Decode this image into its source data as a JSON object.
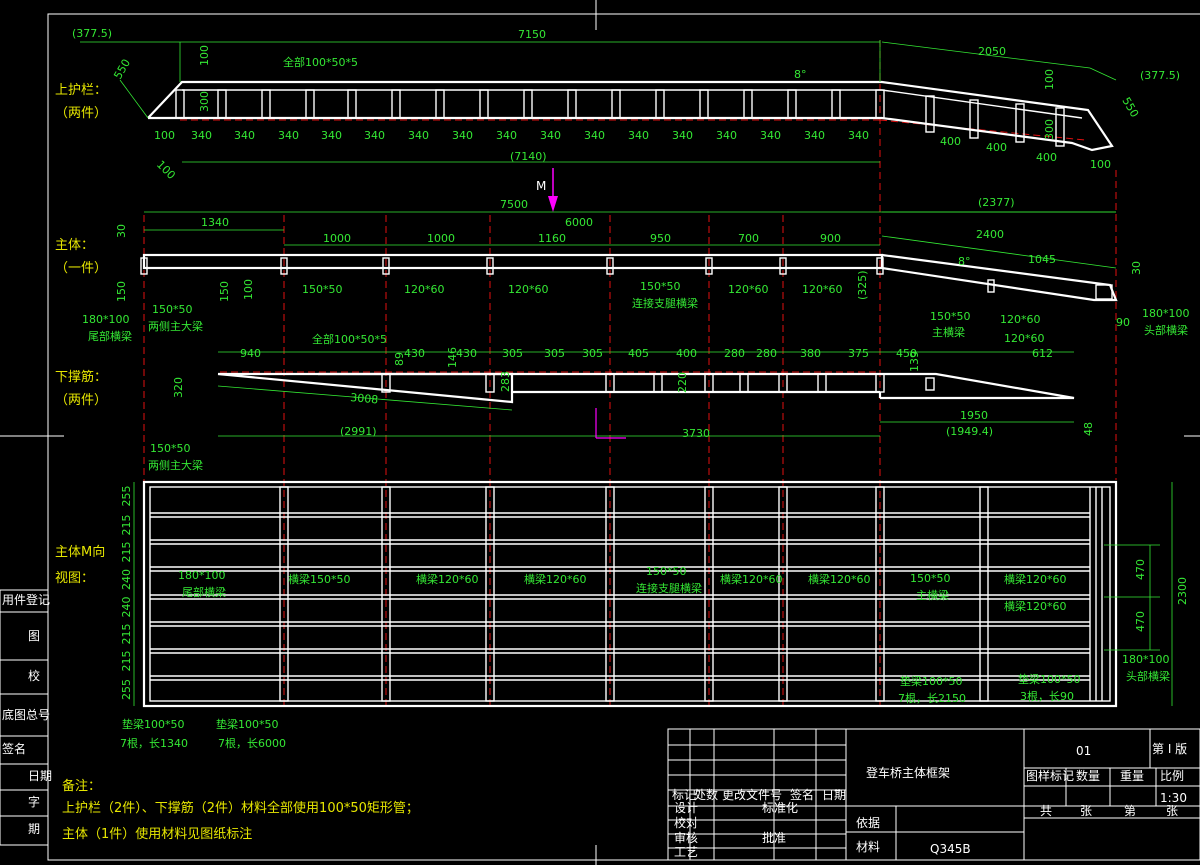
{
  "title_block": {
    "drawing_title": "登车桥主体框架",
    "drawing_no": "01",
    "edition": "第 I 版",
    "scale": "1:30",
    "material_label": "材料",
    "material": "Q345B",
    "basis_label": "依据",
    "row_labels": [
      "设计",
      "校对",
      "审核",
      "标准化",
      "工艺",
      "批准"
    ],
    "small_labels": [
      "标记",
      "处数",
      "更改文件号",
      "签名",
      "日期",
      "图样标记",
      "数量",
      "重量",
      "比例",
      "共",
      "张",
      "第",
      "张"
    ]
  },
  "left_strip": [
    "用件登记",
    "图",
    "校",
    "底图总号",
    "签名",
    "日期",
    "字",
    "期"
  ],
  "section_labels": {
    "upper_rail": [
      "上护栏：",
      "（两件）"
    ],
    "main_body": [
      "主体：",
      "（一件）"
    ],
    "lower_rib": [
      "下撑筋：",
      "（两件）"
    ],
    "plan_view": [
      "主体M向",
      "视图："
    ]
  },
  "upper_rail": {
    "overall": "7150",
    "left_ext": "(377.5)",
    "right_ext": "(377.5)",
    "right_len": "2050",
    "full_len": "(7140)",
    "material_note": "全部100*50*5",
    "angle": "8°",
    "spacings": [
      "100",
      "340",
      "340",
      "340",
      "340",
      "340",
      "340",
      "340",
      "340",
      "340",
      "340",
      "340",
      "340",
      "340",
      "340",
      "340",
      "340"
    ],
    "right_spacings": [
      "400",
      "400",
      "400",
      "100"
    ],
    "heights": [
      "100",
      "300",
      "550",
      "100",
      "300",
      "550",
      "100"
    ]
  },
  "main_body": {
    "overall": "7500",
    "mid": "6000",
    "right_ext": "(2377)",
    "left": "1340",
    "right_len": "2400",
    "right_sub": "1045",
    "spacings": [
      "1000",
      "1000",
      "1160",
      "950",
      "700",
      "900"
    ],
    "section_marker": "M",
    "heights": [
      "30",
      "150",
      "150",
      "100",
      "30",
      "(325)",
      "90"
    ],
    "angle": "8°",
    "callouts": [
      "180*100",
      "尾部横梁",
      "150*50",
      "两侧主大梁",
      "150*50",
      "120*60",
      "120*60",
      "150*50",
      "连接支腿横梁",
      "120*60",
      "120*60",
      "150*50",
      "主横梁",
      "120*60",
      "120*60",
      "180*100",
      "头部横梁"
    ]
  },
  "lower_rib": {
    "material_note": "全部100*50*5",
    "top_dims": [
      "940",
      "430",
      "430",
      "305",
      "305",
      "305",
      "405",
      "400",
      "280",
      "280",
      "380",
      "375",
      "450",
      "612"
    ],
    "heights": [
      "320",
      "89",
      "146",
      "283",
      "220",
      "139",
      "48"
    ],
    "len1": "3008",
    "len2": "(2991)",
    "len3": "3730",
    "len4": "1950",
    "len5": "(1949.4)"
  },
  "plan_view": {
    "width": "2300",
    "right_dims": [
      "470",
      "470"
    ],
    "row_dims": [
      "255",
      "215",
      "215",
      "240",
      "240",
      "215",
      "215",
      "255"
    ],
    "callouts": [
      "150*50",
      "两侧主大梁",
      "180*100",
      "尾部横梁",
      "横梁150*50",
      "横梁120*60",
      "横梁120*60",
      "150*50",
      "连接支腿横梁",
      "横梁120*60",
      "横梁120*60",
      "150*50",
      "主横梁",
      "横梁120*60",
      "横梁120*60",
      "180*100",
      "头部横梁",
      "垫梁100*50",
      "7根，长2150",
      "垫梁100*50",
      "3根，长90",
      "垫梁100*50",
      "7根，长1340",
      "垫梁100*50",
      "7根，长6000"
    ]
  },
  "notes": {
    "heading": "备注：",
    "line1": "上护栏（2件）、下撑筋（2件）材料全部使用100*50矩形管；",
    "line2": "主体（1件）使用材料见图纸标注"
  },
  "colors": {
    "bg": "#000000",
    "line": "#ffffff",
    "dim": "#34e834",
    "label": "#e6e600",
    "center": "#e01010",
    "marker": "#ff00ff"
  }
}
